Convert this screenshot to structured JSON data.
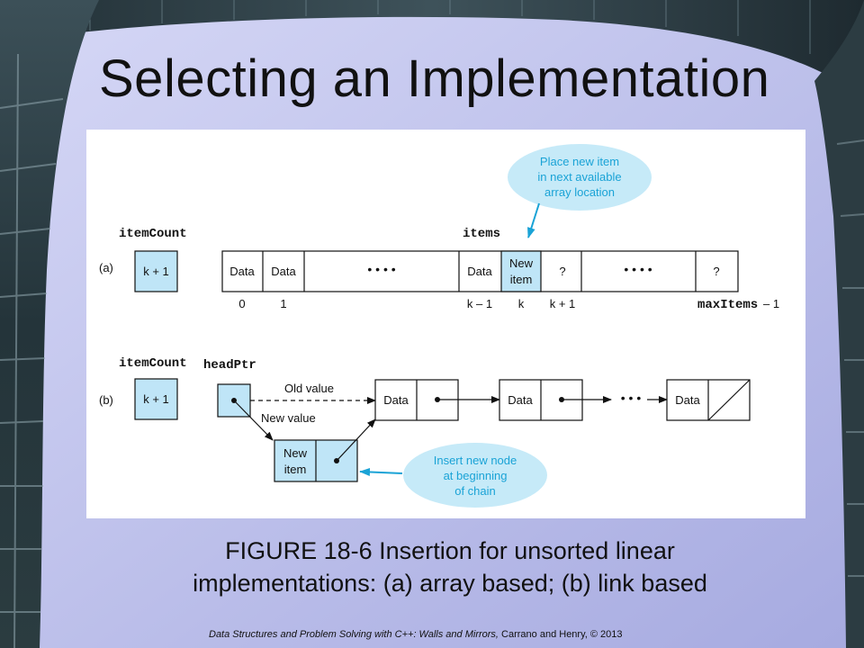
{
  "slide": {
    "title": "Selecting an Implementation",
    "caption_line1": "FIGURE 18-6 Insertion for unsorted linear",
    "caption_line2": "implementations: (a) array based; (b) link based",
    "footer_book": "Data Structures and Problem Solving with C++: Walls and Mirrors,",
    "footer_rest": " Carrano and Henry, © 2013"
  },
  "diagram": {
    "colors": {
      "highlight": "#bfe5f7",
      "callout": "#c6eaf8",
      "callout_text": "#1aa3d6",
      "arrow": "#1aa3d6"
    },
    "part_a": {
      "label": "(a)",
      "count_label": "itemCount",
      "count_value": "k + 1",
      "array_label": "items",
      "cells": [
        "Data",
        "Data",
        "• • • •",
        "Data",
        "New",
        "item",
        "?",
        "• • • •",
        "?"
      ],
      "indices": [
        "0",
        "1",
        "k – 1",
        "k",
        "k + 1",
        "maxItems",
        "– 1"
      ],
      "callout": [
        "Place new item",
        "in next available",
        "array location"
      ]
    },
    "part_b": {
      "label": "(b)",
      "count_label": "itemCount",
      "count_value": "k + 1",
      "head_label": "headPtr",
      "old_value": "Old value",
      "new_value": "New value",
      "node_data": "Data",
      "dots": "• • •",
      "new_node": [
        "New",
        "item"
      ],
      "callout": [
        "Insert new node",
        "at beginning",
        "of chain"
      ]
    }
  }
}
